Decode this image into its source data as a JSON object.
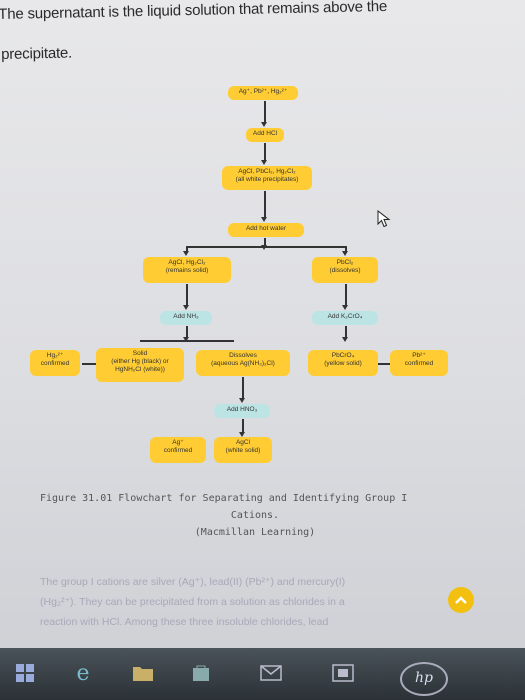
{
  "intro": {
    "line1": "The supernatant is the liquid solution that remains above the",
    "line2": "precipitate."
  },
  "flowchart": {
    "start": "Ag⁺, Pb²⁺, Hg₂²⁺",
    "step1": "Add HCl",
    "precip1_line1": "AgCl, PbCl₂, Hg₂Cl₂",
    "precip1_line2": "(all white precipitates)",
    "step2": "Add hot water",
    "left_solid_line1": "AgCl, Hg₂Cl₂",
    "left_solid_line2": "(remains solid)",
    "right_dissolved_line1": "PbCl₂",
    "right_dissolved_line2": "(dissolves)",
    "step_nh3": "Add NH₃",
    "step_k2cro4": "Add K₂CrO₄",
    "hg_confirmed_line1": "Hg₂²⁺",
    "hg_confirmed_line2": "confirmed",
    "solid_title": "Solid",
    "solid_line2": "(either Hg (black) or",
    "solid_line3": "HgNH₂Cl (white))",
    "dissolves_line1": "Dissolves",
    "dissolves_line2": "(aqueous Ag(NH₃)₂Cl)",
    "pbcro4_line1": "PbCrO₄",
    "pbcro4_line2": "(yellow solid)",
    "pb_confirmed_line1": "Pb²⁺",
    "pb_confirmed_line2": "confirmed",
    "step_hno3": "Add HNO₃",
    "ag_confirmed_line1": "Ag⁺",
    "ag_confirmed_line2": "confirmed",
    "agcl_line1": "AgCl",
    "agcl_line2": "(white solid)"
  },
  "caption": {
    "line1": "Figure 31.01 Flowchart for Separating and Identifying Group I",
    "line2": "Cations.",
    "line3": "(Macmillan Learning)"
  },
  "faded_text": {
    "line1": "The group I cations are silver (Ag⁺), lead(II) (Pb²⁺) and mercury(I)",
    "line2": "(Hg₂²⁺). They can be precipitated from a solution as chlorides in a",
    "line3": "reaction with HCl. Among these three insoluble chlorides, lead"
  },
  "taskbar": {
    "brand": "hp",
    "icons": [
      "windows-start-icon",
      "edge-browser-icon",
      "file-explorer-icon",
      "store-icon",
      "mail-icon",
      "remote-icon"
    ]
  },
  "colors": {
    "node_yellow": "#ffcc33",
    "node_teal": "#bde4e4",
    "accent_scroll": "#f4c010"
  }
}
